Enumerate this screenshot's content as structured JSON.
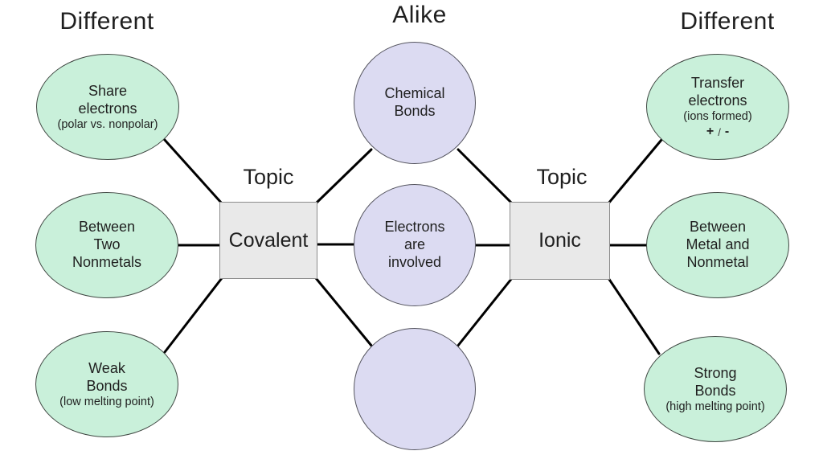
{
  "diagram_type": "double-bubble compare-contrast map",
  "colors": {
    "background": "#ffffff",
    "difference_bubble_fill": "#c9f0da",
    "similarity_bubble_fill": "#dcdbf2",
    "topic_box_fill": "#e9e9e9",
    "topic_box_border": "#8c8c8c",
    "connector_line": "#000000",
    "text": "#1f1f1f"
  },
  "headings": {
    "left": "Different",
    "center": "Alike",
    "right": "Different"
  },
  "topic_boxes": {
    "label_left": "Topic",
    "label_right": "Topic",
    "left_name": "Covalent",
    "right_name": "Ionic"
  },
  "left_differences": [
    {
      "title": "Share\nelectrons",
      "note": "(polar vs. nonpolar)"
    },
    {
      "title": "Between\nTwo\nNonmetals",
      "note": ""
    },
    {
      "title": "Weak\nBonds",
      "note": "(low melting point)"
    }
  ],
  "similarities": [
    {
      "title": "Chemical\nBonds"
    },
    {
      "title": "Electrons\nare\ninvolved"
    },
    {
      "title": ""
    }
  ],
  "right_differences": [
    {
      "title": "Transfer\nelectrons",
      "note": "(ions formed)",
      "signs": {
        "plus": "+",
        "separator": "/",
        "minus": "-"
      }
    },
    {
      "title": "Between\nMetal and\nNonmetal",
      "note": ""
    },
    {
      "title": "Strong\nBonds",
      "note": "(high melting point)"
    }
  ]
}
